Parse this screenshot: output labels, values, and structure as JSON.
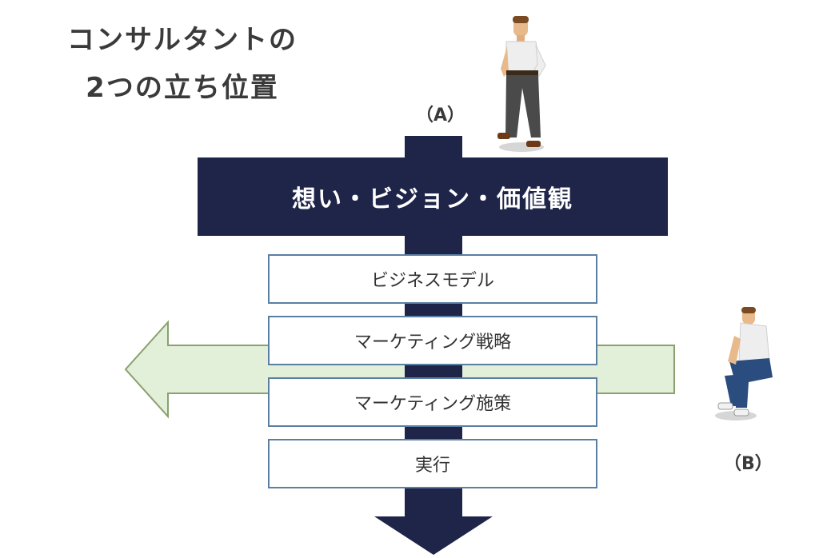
{
  "title": {
    "line1": "コンサルタントの",
    "line2": "2つの立ち位置"
  },
  "positions": {
    "a": "（A）",
    "b": "（B）"
  },
  "vision": "想い・ビジョン・価値観",
  "layers": [
    "ビジネスモデル",
    "マーケティング戦略",
    "マーケティング施策",
    "実行"
  ],
  "colors": {
    "navy": "#1f2449",
    "layer_border": "#5b7fa3",
    "side_arrow_fill": "#e2efd9",
    "side_arrow_stroke": "#8aa06e"
  },
  "figures": {
    "a": "standing-person",
    "b": "sitting-person"
  }
}
